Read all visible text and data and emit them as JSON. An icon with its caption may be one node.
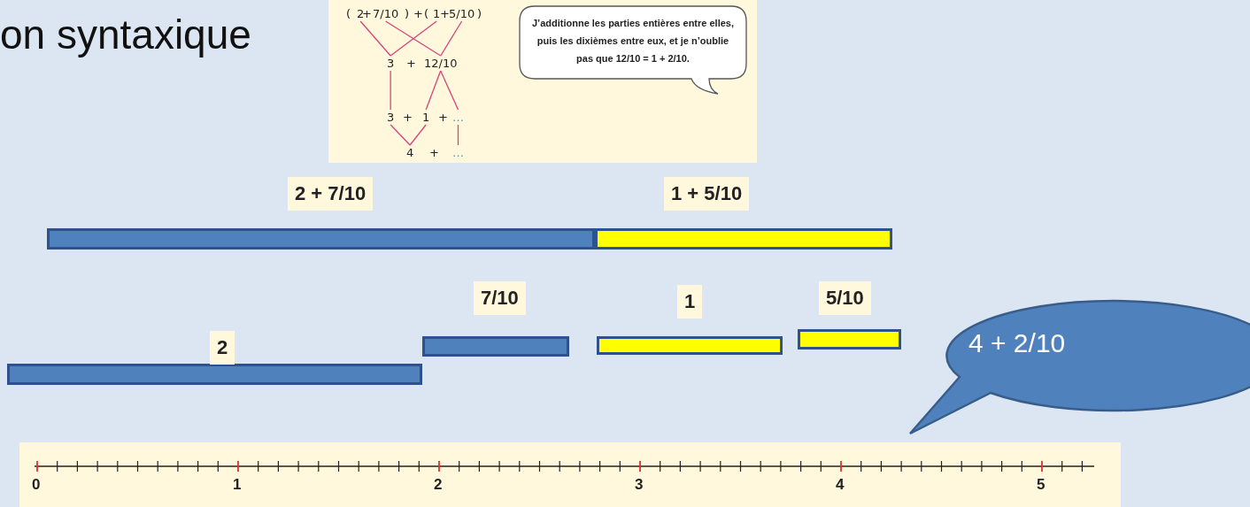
{
  "diagram": {
    "title": "on syntaxique",
    "nodes": [
      {
        "text": [],
        "shape": "box"
      },
      {
        "text": [
          "2"
        ],
        "in": 0
      },
      {
        "text": [
          "7/10"
        ],
        "in": 0
      },
      {
        "text": [
          "1"
        ],
        "in": 0
      },
      {
        "text": [
          "5/10"
        ],
        "in": 0
      },
      {
        "text": [
          "3"
        ],
        "in": 0
      },
      {
        "text": [
          "12/10"
        ],
        "in": 0
      },
      {
        "text": [
          "3"
        ],
        "in": 0
      },
      {
        "text": [
          "1"
        ],
        "in": 0
      },
      {
        "text": [
          "…"
        ],
        "in": 0
      },
      {
        "text": [
          "4"
        ],
        "in": 0
      },
      {
        "text": [
          "…"
        ],
        "in": 0
      },
      {
        "text": [
          "J’additionne les parties entières entre elles, puis les dixièmes entre eux, et je n’oublie pas que 12/10 = 1 + 2/10."
        ],
        "in": 0
      },
      {
        "text": [
          "2 + 7/10"
        ]
      },
      {
        "text": [
          "1 + 5/10"
        ]
      },
      {
        "text": [
          "2"
        ]
      },
      {
        "text": [
          "7/10"
        ]
      },
      {
        "text": [
          "1"
        ]
      },
      {
        "text": [
          "5/10"
        ]
      },
      {
        "text": [
          "4 + 2/10"
        ]
      }
    ],
    "edges": [
      {
        "from": 1,
        "to": 5,
        "arrow": "none"
      },
      {
        "from": 3,
        "to": 5,
        "arrow": "none"
      },
      {
        "from": 2,
        "to": 6,
        "arrow": "none"
      },
      {
        "from": 4,
        "to": 6,
        "arrow": "none"
      },
      {
        "from": 5,
        "to": 7,
        "arrow": "none"
      },
      {
        "from": 6,
        "to": 8,
        "arrow": "none"
      },
      {
        "from": 6,
        "to": 9,
        "arrow": "none"
      },
      {
        "from": 7,
        "to": 10,
        "arrow": "none"
      },
      {
        "from": 8,
        "to": 10,
        "arrow": "none"
      },
      {
        "from": 9,
        "to": 11,
        "arrow": "none"
      }
    ],
    "labels": [
      "(",
      "+",
      ")",
      "+",
      "(",
      "+",
      ")",
      "+",
      "+",
      "+",
      "+",
      "0",
      "1",
      "2",
      "3",
      "4",
      "5"
    ]
  }
}
